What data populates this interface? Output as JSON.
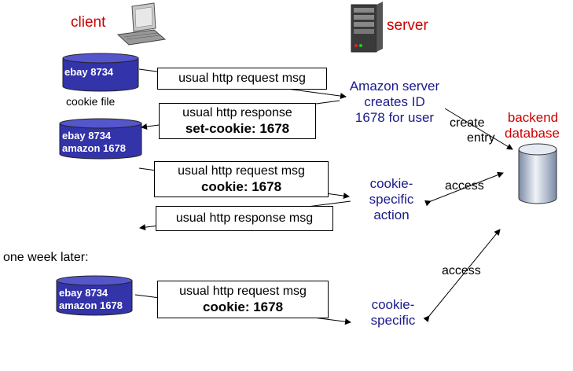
{
  "client_label": "client",
  "server_label": "server",
  "backend_label_1": "backend",
  "backend_label_2": "database",
  "cookie_file_label": "cookie file",
  "cyl1": {
    "line1": "ebay 8734"
  },
  "cyl2": {
    "line1": "ebay 8734",
    "line2": "amazon 1678"
  },
  "cyl3": {
    "line1": "ebay 8734",
    "line2": "amazon 1678"
  },
  "msg1": {
    "line1": "usual http request msg"
  },
  "msg2": {
    "line1": "usual http response",
    "line2": "set-cookie: 1678"
  },
  "msg3": {
    "line1": "usual http request msg",
    "line2": "cookie: 1678"
  },
  "msg4": {
    "line1": "usual http response msg"
  },
  "msg5": {
    "line1": "usual http request msg",
    "line2": "cookie: 1678"
  },
  "amazon_server": {
    "line1": "Amazon server",
    "line2": "creates ID",
    "line3": "1678 for user"
  },
  "create_entry": {
    "line1": "create",
    "line2": "entry"
  },
  "cookie_action_1": {
    "line1": "cookie-",
    "line2": "specific",
    "line3": "action"
  },
  "cookie_action_2": {
    "line1": "cookie-",
    "line2": "specific"
  },
  "access_1": "access",
  "access_2": "access",
  "one_week_later": "one week later:",
  "colors": {
    "red": "#cc0000",
    "blue": "#1a1a8c",
    "cylinder": "#3333aa"
  }
}
